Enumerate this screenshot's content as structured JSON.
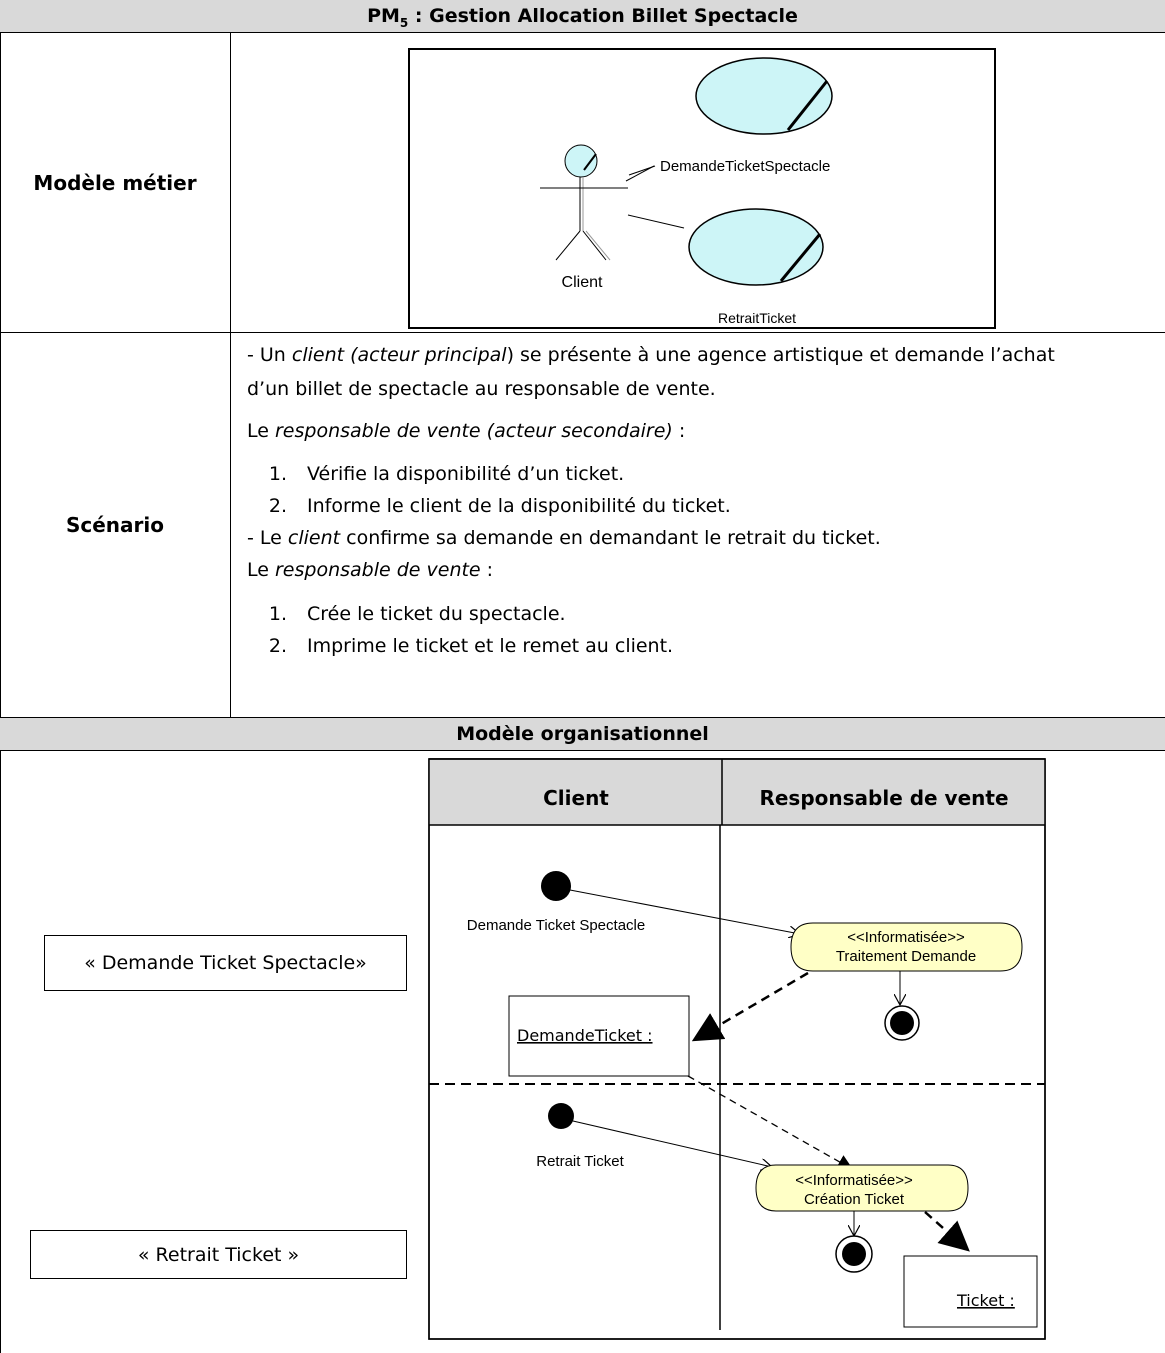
{
  "title_main": "PM",
  "title_sub": "5",
  "title_rest": " : Gestion Allocation Billet Spectacle",
  "rows": {
    "modele_metier": "Modèle métier",
    "scenario": "Scénario",
    "modele_org": "Modèle organisationnel"
  },
  "usecase": {
    "actor": "Client",
    "uc1": "DemandeTicketSpectacle",
    "uc2": "RetraitTicket"
  },
  "scenario": {
    "l1_a": "- Un ",
    "l1_b": "client (acteur principal",
    "l1_c": ") se présente à une agence artistique et demande l’achat",
    "l2": "d’un billet de spectacle au responsable de vente.",
    "l3_a": "Le ",
    "l3_b": "responsable de vente (acteur secondaire)",
    "l3_c": " :",
    "list1": [
      {
        "n": "1.",
        "t": "Vérifie la disponibilité d’un ticket."
      },
      {
        "n": "2.",
        "t": "Informe le client de la disponibilité du ticket."
      }
    ],
    "l4_a": "- Le ",
    "l4_b": "client",
    "l4_c": " confirme sa demande en demandant le retrait du ticket.",
    "l5_a": "Le ",
    "l5_b": "responsable de vente",
    "l5_c": " :",
    "list2": [
      {
        "n": "1.",
        "t": "Crée le ticket du spectacle."
      },
      {
        "n": "2.",
        "t": "Imprime le ticket et le remet au client."
      }
    ]
  },
  "org": {
    "process1": "« Demande Ticket Spectacle»",
    "process2": "« Retrait Ticket »",
    "lane_client": "Client",
    "lane_resp": "Responsable de vente",
    "start1_label": "Demande Ticket Spectacle",
    "start2_label": "Retrait Ticket",
    "act1_stereo": "<<Informatisée>>",
    "act1_name": "Traitement Demande",
    "act2_stereo": "<<Informatisée>>",
    "act2_name": "Création Ticket",
    "obj1": "DemandeTicket :",
    "obj2": "Ticket :"
  },
  "colors": {
    "header_bg": "#d9d9d9",
    "usecase_fill": "#cdf5f7",
    "activity_fill": "#ffffc6"
  }
}
